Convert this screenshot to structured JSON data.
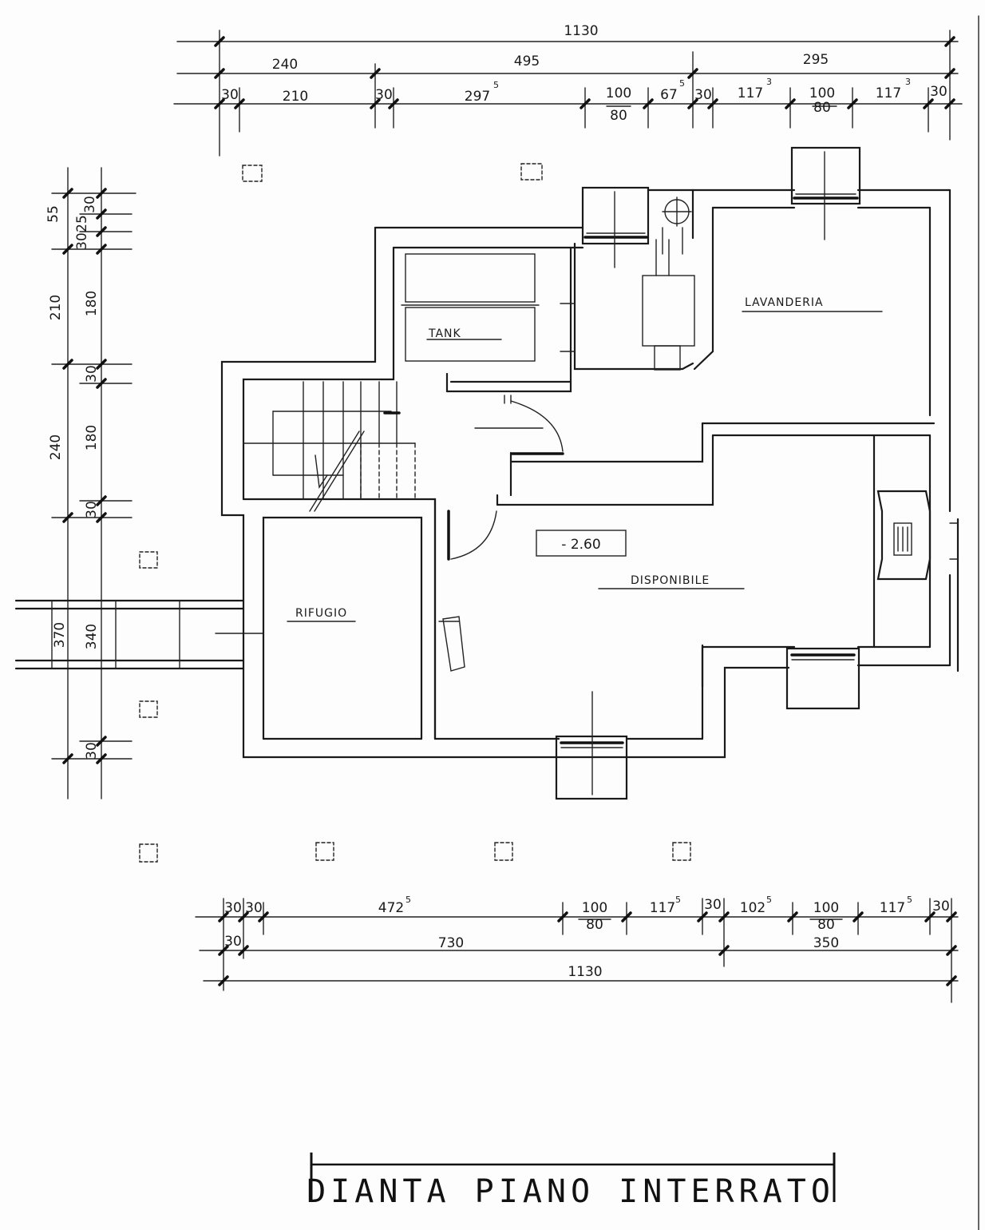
{
  "plan": {
    "title": "DIANTA PIANO INTERRATO",
    "rooms": {
      "lavanderia": "LAVANDERIA",
      "tank": "TANK",
      "disponibile": "DISPONIBILE",
      "rifugio": "RIFUGIO"
    },
    "level": "- 2.60"
  },
  "dims_top": {
    "overall": "1130",
    "row2": [
      "240",
      "495",
      "295"
    ],
    "row3": [
      "30",
      "210",
      "30",
      "297",
      "100",
      "80",
      "67",
      "30",
      "117",
      "100",
      "80",
      "117",
      "30"
    ],
    "sup5": "5",
    "sup3": "3"
  },
  "dims_left": {
    "outer": [
      "55",
      "210",
      "240",
      "370"
    ],
    "inner": [
      "30",
      "25",
      "30",
      "180",
      "30",
      "180",
      "30",
      "340",
      "30"
    ]
  },
  "dims_bottom": {
    "row1": [
      "30",
      "30",
      "472",
      "100",
      "80",
      "117",
      "30",
      "102",
      "100",
      "80",
      "117",
      "30"
    ],
    "row2": [
      "30",
      "730",
      "350"
    ],
    "overall": "1130",
    "sup5": "5"
  }
}
